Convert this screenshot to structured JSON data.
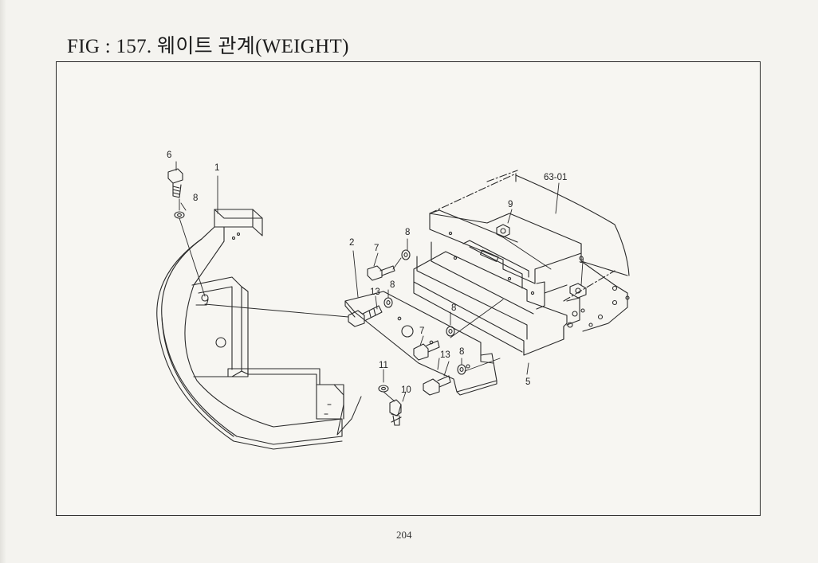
{
  "page": {
    "title": "FIG : 157. 웨이트 관계(WEIGHT)",
    "page_number": "204"
  },
  "callouts": {
    "p1": "1",
    "p2": "2",
    "p5": "5",
    "p6": "6",
    "p7a": "7",
    "p7b": "7",
    "p8a": "8",
    "p8b": "8",
    "p8c": "8",
    "p8d": "8",
    "p8e": "8",
    "p9a": "9",
    "p9b": "9",
    "p10": "10",
    "p11": "11",
    "p13a": "13",
    "p13b": "13",
    "ref": "63-01"
  }
}
